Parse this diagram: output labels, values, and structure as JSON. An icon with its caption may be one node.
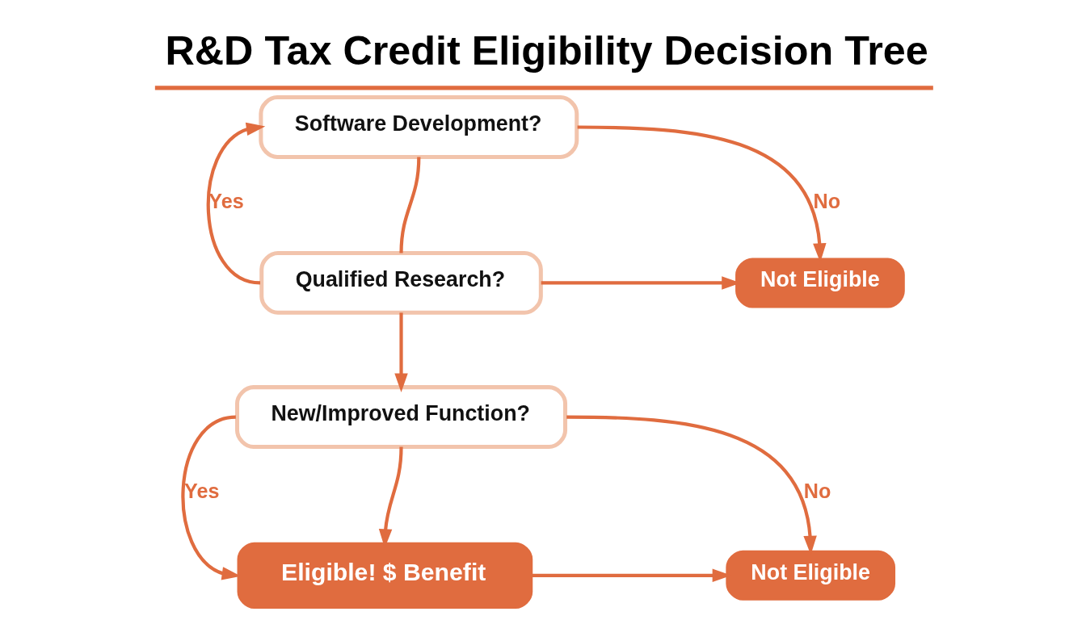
{
  "diagram": {
    "title": "R&D Tax Credit Eligibility Decision Tree",
    "nodes": [
      {
        "text": [
          "Software Development?"
        ]
      },
      {
        "text": [
          "Qualified Research?"
        ]
      },
      {
        "text": [
          "Not Eligible"
        ]
      },
      {
        "text": [
          "New/Improved Function?"
        ]
      },
      {
        "text": [
          "Eligible! $ Benefit"
        ]
      },
      {
        "text": [
          "Not Eligible"
        ]
      }
    ],
    "edges": [
      {
        "from": 0,
        "to": 2,
        "arrow": "to",
        "label": "No"
      },
      {
        "from": 0,
        "to": 1,
        "arrow": "none"
      },
      {
        "from": 1,
        "to": 0,
        "arrow": "to",
        "label": "Yes"
      },
      {
        "from": 1,
        "to": 2,
        "arrow": "to"
      },
      {
        "from": 1,
        "to": 3,
        "arrow": "to"
      },
      {
        "from": 3,
        "to": 4,
        "arrow": "to",
        "label": "Yes"
      },
      {
        "from": 3,
        "to": 4,
        "arrow": "to"
      },
      {
        "from": 3,
        "to": 5,
        "arrow": "to",
        "label": "No"
      },
      {
        "from": 4,
        "to": 5,
        "arrow": "to"
      }
    ]
  }
}
